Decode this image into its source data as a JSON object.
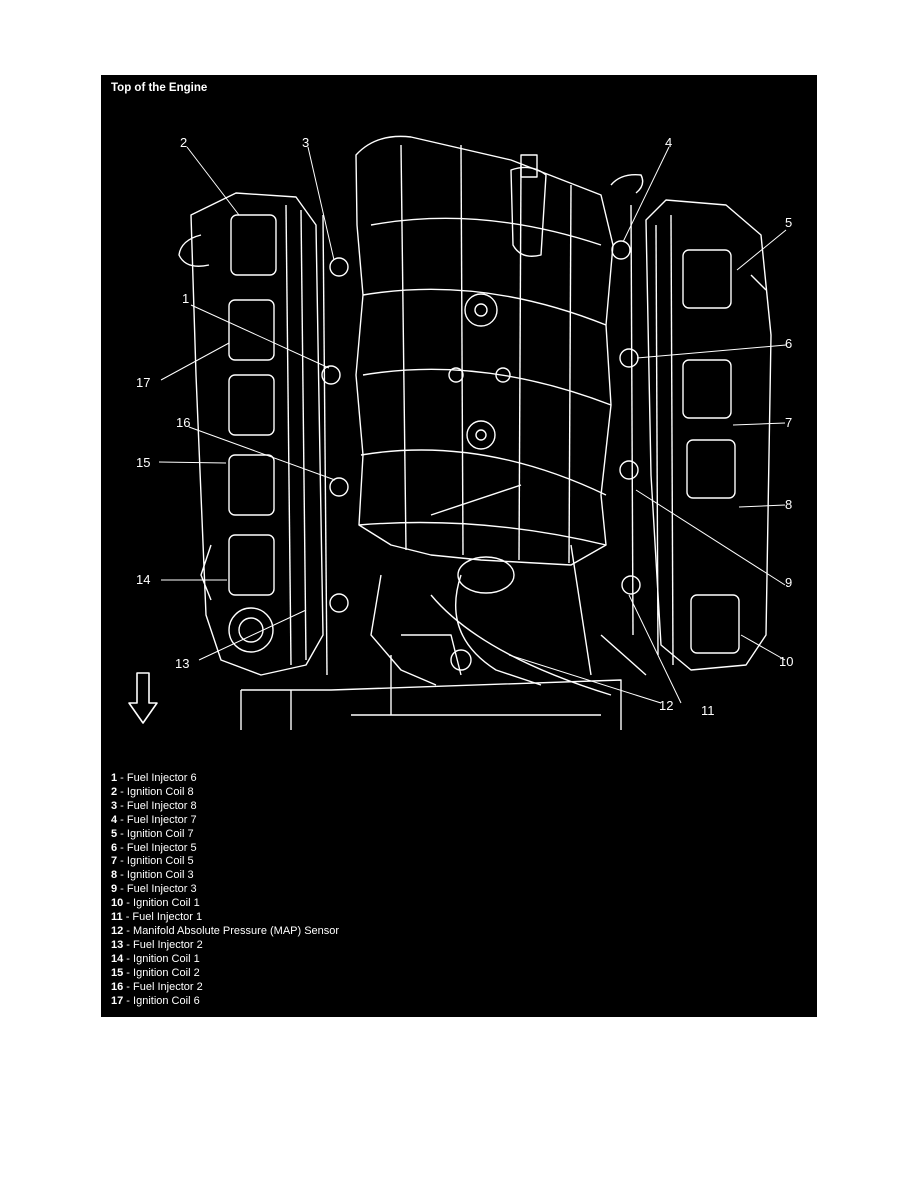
{
  "figure": {
    "title": "Top of the Engine",
    "callouts": [
      "1",
      "2",
      "3",
      "4",
      "5",
      "6",
      "7",
      "8",
      "9",
      "10",
      "11",
      "12",
      "13",
      "14",
      "15",
      "16",
      "17"
    ],
    "icons": [
      "down-arrow-icon"
    ],
    "colors": {
      "background": "#000000",
      "lines": "#ffffff"
    }
  },
  "legend": [
    {
      "num": "1",
      "label": "Fuel Injector 6"
    },
    {
      "num": "2",
      "label": "Ignition Coil 8"
    },
    {
      "num": "3",
      "label": "Fuel Injector 8"
    },
    {
      "num": "4",
      "label": "Fuel Injector 7"
    },
    {
      "num": "5",
      "label": "Ignition Coil 7"
    },
    {
      "num": "6",
      "label": "Fuel Injector 5"
    },
    {
      "num": "7",
      "label": "Ignition Coil 5"
    },
    {
      "num": "8",
      "label": "Ignition Coil 3"
    },
    {
      "num": "9",
      "label": "Fuel Injector 3"
    },
    {
      "num": "10",
      "label": "Ignition Coil 1"
    },
    {
      "num": "11",
      "label": "Fuel Injector 1"
    },
    {
      "num": "12",
      "label": "Manifold Absolute Pressure (MAP) Sensor"
    },
    {
      "num": "13",
      "label": "Fuel Injector 2"
    },
    {
      "num": "14",
      "label": "Ignition Coil 1"
    },
    {
      "num": "15",
      "label": "Ignition Coil 2"
    },
    {
      "num": "16",
      "label": "Fuel Injector 2"
    },
    {
      "num": "17",
      "label": "Ignition Coil 6"
    }
  ]
}
